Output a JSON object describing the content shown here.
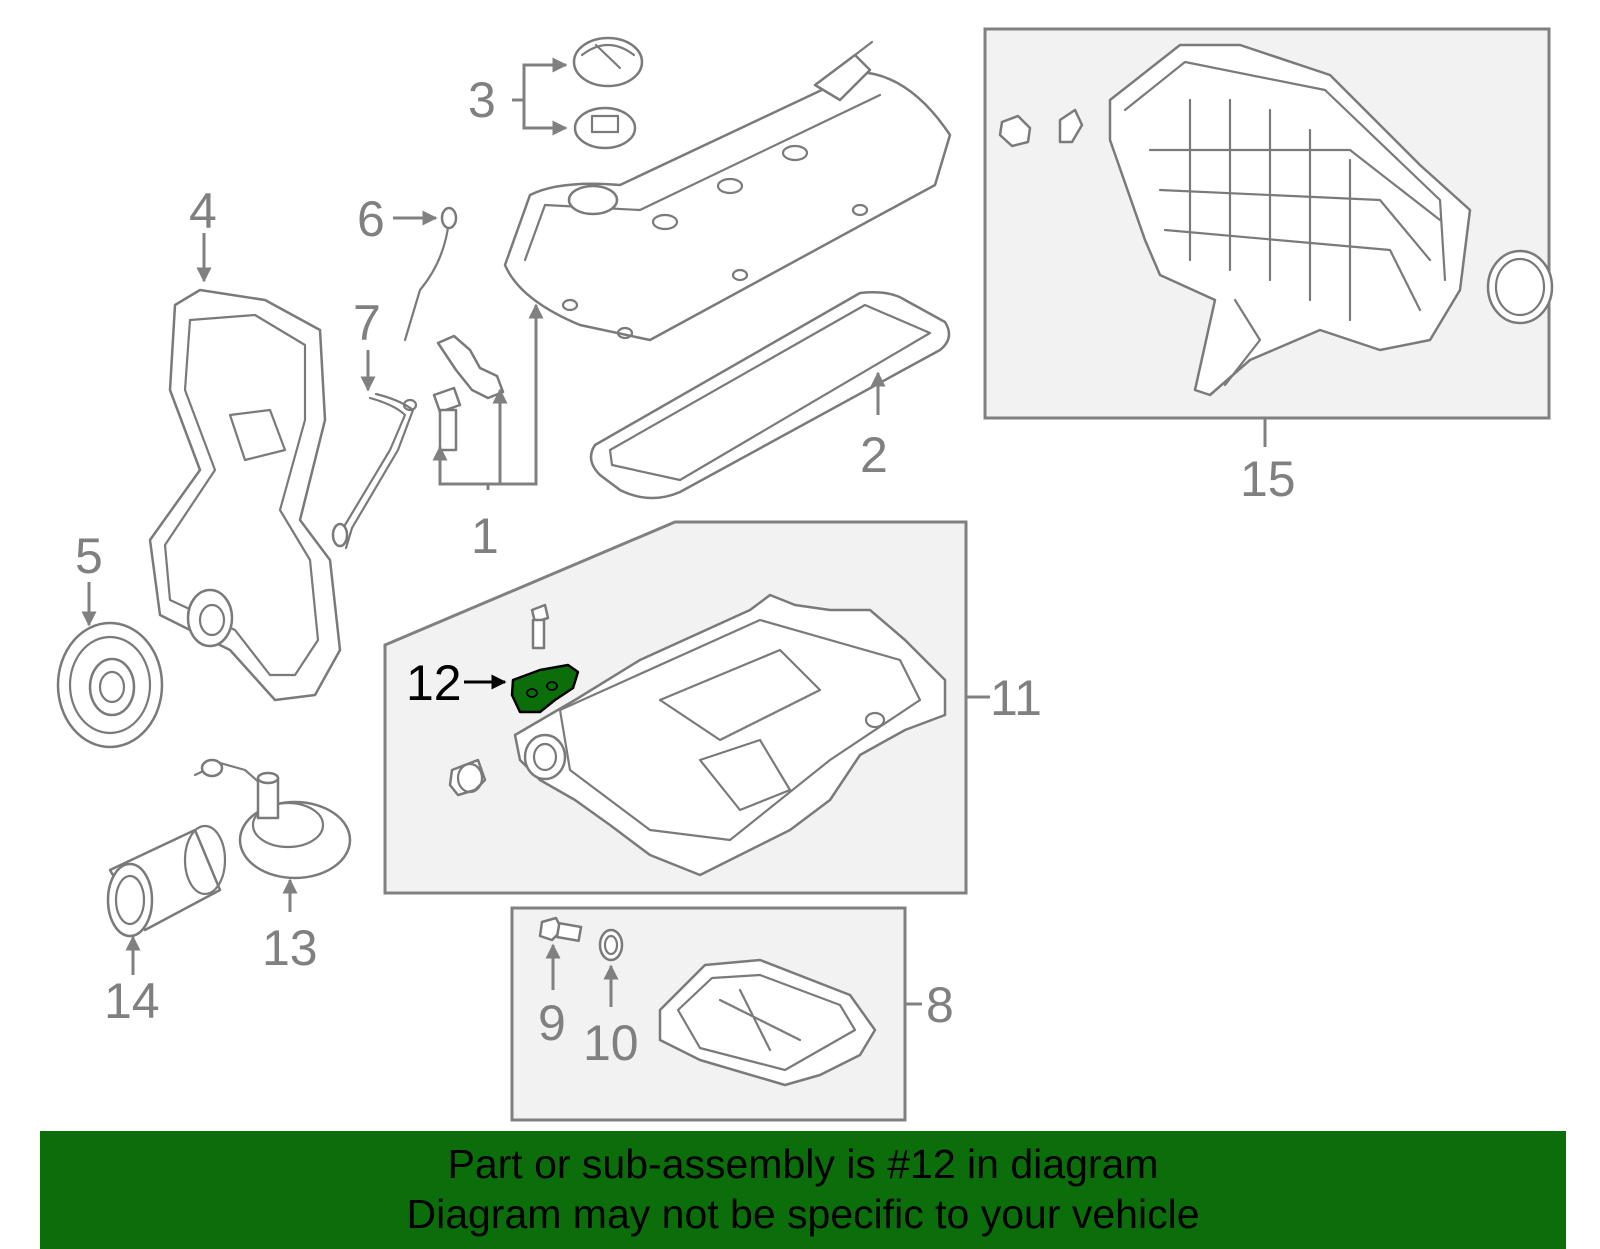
{
  "colors": {
    "banner_bg": "#0b6e0b",
    "highlight_part": "#0b6e0b",
    "label_gray": "#808080"
  },
  "labels": {
    "n1": "1",
    "n2": "2",
    "n3": "3",
    "n4": "4",
    "n5": "5",
    "n6": "6",
    "n7": "7",
    "n8": "8",
    "n9": "9",
    "n10": "10",
    "n11": "11",
    "n12": "12",
    "n13": "13",
    "n14": "14",
    "n15": "15"
  },
  "highlighted_part": "12",
  "banner": {
    "line1": "Part or sub-assembly is #12 in diagram",
    "line2": "Diagram may not be specific to your vehicle"
  }
}
